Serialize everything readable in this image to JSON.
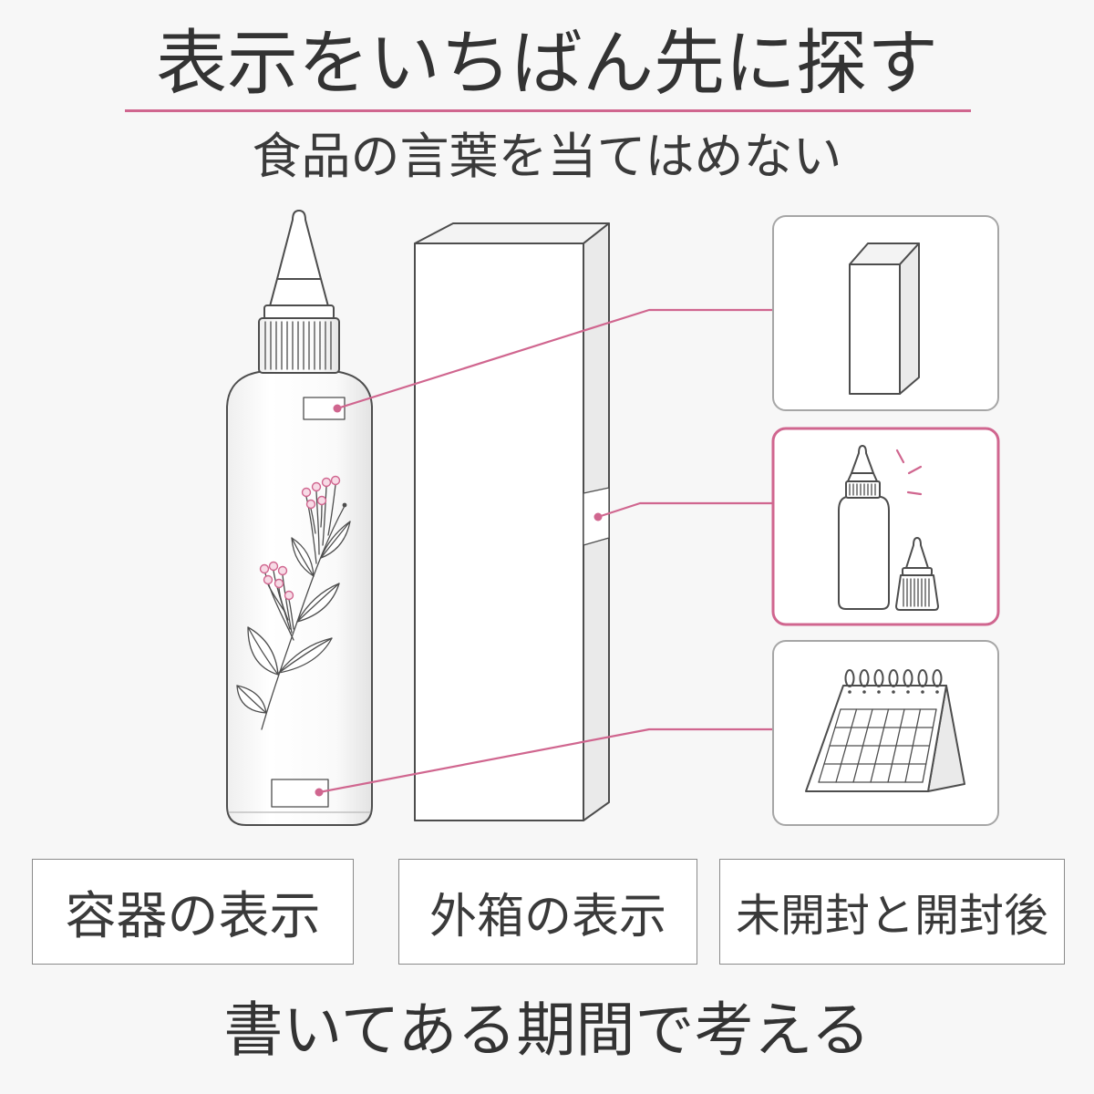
{
  "title": "表示をいちばん先に探す",
  "subtitle": "食品の言葉を当てはめない",
  "illustration": {
    "main_objects": [
      "bottle-with-nozzle-icon",
      "outer-box-icon"
    ],
    "marker_icon": "pink-dot-marker"
  },
  "panels": [
    {
      "icon": "box-icon",
      "highlighted": false
    },
    {
      "icon": "bottle-and-cap-icon",
      "highlighted": true
    },
    {
      "icon": "desk-calendar-icon",
      "highlighted": false
    }
  ],
  "labels": [
    "容器の表示",
    "外箱の表示",
    "未開封と開封後"
  ],
  "conclusion": "書いてある期間で考える",
  "colors": {
    "accent": "#d0668f",
    "text": "#3a3a3a",
    "ink": "#4d4d4d",
    "border": "#8a8a8a",
    "panel_border": "#a6a6a6",
    "background": "#f7f7f7"
  }
}
